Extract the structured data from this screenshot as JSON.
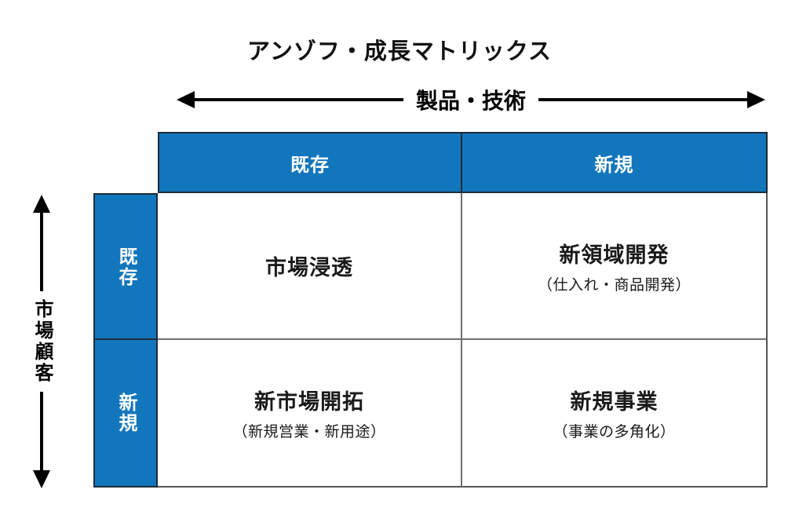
{
  "title": "アンゾフ・成長マトリックス",
  "axes": {
    "horizontal": {
      "label": "製品・技術"
    },
    "vertical": {
      "label": "市場顧客"
    }
  },
  "matrix": {
    "column_headers": [
      "既存",
      "新規"
    ],
    "row_headers": [
      "既存",
      "新規"
    ],
    "cells": [
      {
        "title": "市場浸透",
        "subtitle": ""
      },
      {
        "title": "新領域開発",
        "subtitle": "（仕入れ・商品開発）"
      },
      {
        "title": "新市場開拓",
        "subtitle": "（新規営業・新用途）"
      },
      {
        "title": "新規事業",
        "subtitle": "（事業の多角化）"
      }
    ]
  },
  "colors": {
    "header_blue": "#1276bd",
    "arrow_black": "#000000",
    "inner_grid_gray": "#707070"
  }
}
